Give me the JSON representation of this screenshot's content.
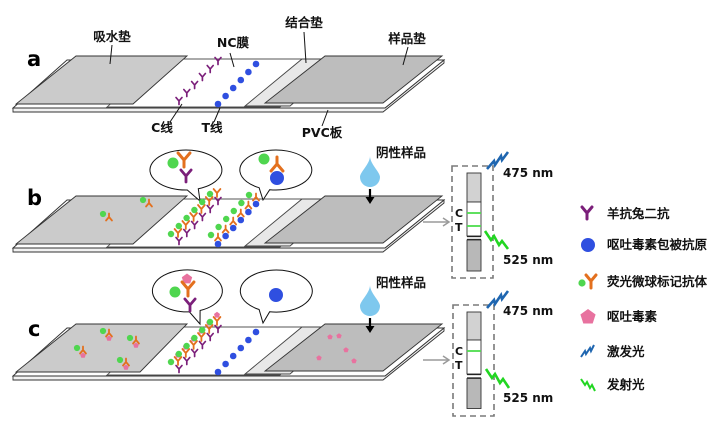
{
  "panel_labels": {
    "a": "a",
    "b": "b",
    "c": "c"
  },
  "components": {
    "absorbent_pad": "吸水垫",
    "nc_membrane": "NC膜",
    "conjugate_pad": "结合垫",
    "sample_pad": "样品垫",
    "c_line": "C线",
    "t_line": "T线",
    "pvc_board": "PVC板"
  },
  "samples": {
    "b": {
      "label": "阴性样品",
      "result": {
        "C": true,
        "T": true
      }
    },
    "c": {
      "label": "阳性样品",
      "result": {
        "C": true,
        "T": false
      }
    }
  },
  "readout": {
    "c_label": "C",
    "t_label": "T",
    "excitation_wavelength": "475 nm",
    "emission_wavelength": "525 nm"
  },
  "legend": [
    {
      "icon": "goat-anti-rabbit-antibody-icon",
      "label": "羊抗兔二抗"
    },
    {
      "icon": "coating-antigen-icon",
      "label": "呕吐毒素包被抗原"
    },
    {
      "icon": "fluorescent-microsphere-antibody-icon",
      "label": "荧光微球标记抗体"
    },
    {
      "icon": "don-toxin-icon",
      "label": "呕吐毒素"
    },
    {
      "icon": "excitation-light-icon",
      "label": "激发光"
    },
    {
      "icon": "emission-light-icon",
      "label": "发射光"
    }
  ],
  "colors": {
    "secondary_antibody": "#7b1f7a",
    "coating_antigen": "#2f4fe0",
    "labeled_antibody": "#e3701e",
    "microsphere": "#4fd64f",
    "toxin": "#e8729f",
    "excitation": "#1f66b0",
    "emission": "#22d622",
    "sample_drop": "#7ec8ee",
    "fluorescent_line": "#4ddc4d"
  }
}
